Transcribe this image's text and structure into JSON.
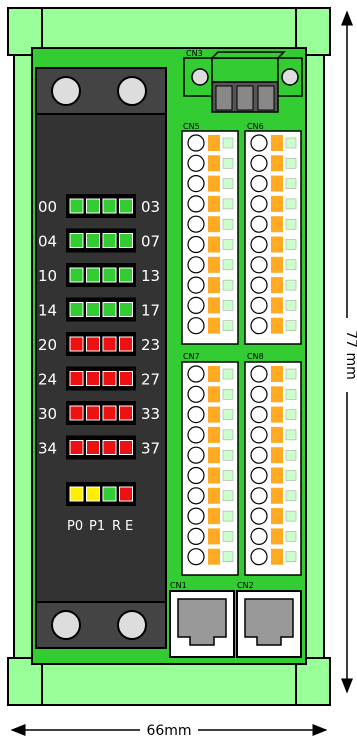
{
  "connectors": {
    "cn1": "CN1",
    "cn2": "CN2",
    "cn3": "CN3",
    "cn5": "CN5",
    "cn6": "CN6",
    "cn7": "CN7",
    "cn8": "CN8"
  },
  "led_rows": [
    {
      "left": "00",
      "right": "03",
      "colors": [
        "green",
        "green",
        "green",
        "green"
      ]
    },
    {
      "left": "04",
      "right": "07",
      "colors": [
        "green",
        "green",
        "green",
        "green"
      ]
    },
    {
      "left": "10",
      "right": "13",
      "colors": [
        "green",
        "green",
        "green",
        "green"
      ]
    },
    {
      "left": "14",
      "right": "17",
      "colors": [
        "green",
        "green",
        "green",
        "green"
      ]
    },
    {
      "left": "20",
      "right": "23",
      "colors": [
        "red",
        "red",
        "red",
        "red"
      ]
    },
    {
      "left": "24",
      "right": "27",
      "colors": [
        "red",
        "red",
        "red",
        "red"
      ]
    },
    {
      "left": "30",
      "right": "33",
      "colors": [
        "red",
        "red",
        "red",
        "red"
      ]
    },
    {
      "left": "34",
      "right": "37",
      "colors": [
        "red",
        "red",
        "red",
        "red"
      ]
    }
  ],
  "status_leds": {
    "colors": [
      "yellow",
      "yellow",
      "green",
      "red"
    ],
    "labels": [
      "P0",
      "P1",
      "R",
      "E"
    ]
  },
  "dimensions": {
    "width": "66mm",
    "height": "77 mm"
  },
  "colors": {
    "rail": "#99ff99",
    "board": "#33cc33",
    "panel": "#333333",
    "led_green": "#33cc33",
    "led_red": "#ee1111",
    "led_yellow": "#ffee00",
    "terminal_orange": "#ffaa22"
  }
}
